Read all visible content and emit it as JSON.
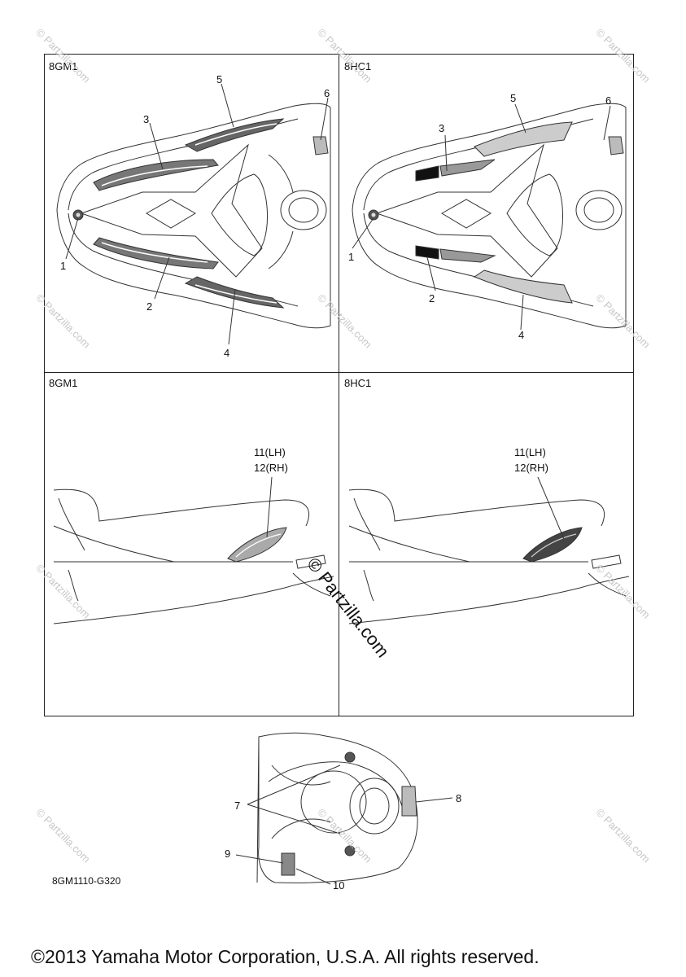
{
  "panels": [
    {
      "label": "8GM1"
    },
    {
      "label": "8HC1"
    },
    {
      "label": "8GM1"
    },
    {
      "label": "8HC1"
    }
  ],
  "callouts": {
    "c1": "1",
    "c2": "2",
    "c3": "3",
    "c4": "4",
    "c5": "5",
    "c6": "6",
    "c7": "7",
    "c8": "8",
    "c9": "9",
    "c10": "10",
    "lh": "11(LH)",
    "rh": "12(RH)"
  },
  "watermark": {
    "center": "© Partzilla.com",
    "repeat": "© Partzilla.com"
  },
  "diagram_code": "8GM1110-G320",
  "copyright": "©2013 Yamaha Motor Corporation, U.S.A. All rights reserved."
}
